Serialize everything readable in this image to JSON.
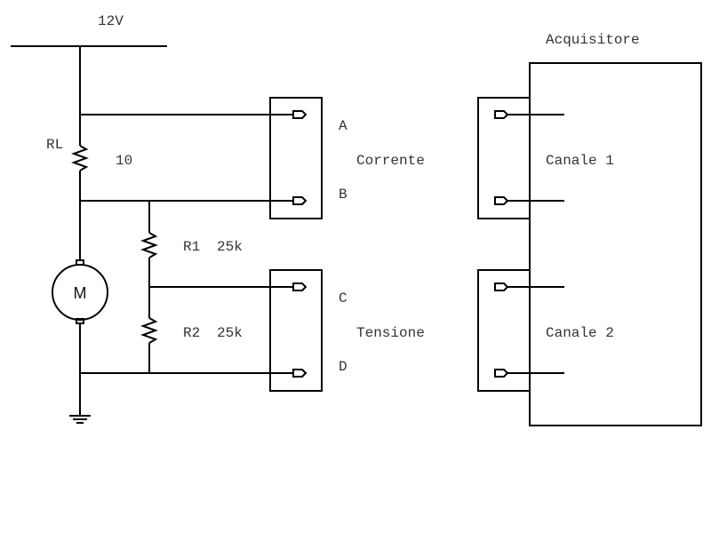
{
  "diagram": {
    "supply": {
      "label": "12V"
    },
    "load_resistor": {
      "name": "RL",
      "value": "10"
    },
    "motor": {
      "label": "M"
    },
    "divider": [
      {
        "name": "R1",
        "value": "25k"
      },
      {
        "name": "R2",
        "value": "25k"
      }
    ],
    "connectors": [
      {
        "group": "Corrente",
        "pins": [
          "A",
          "B"
        ]
      },
      {
        "group": "Tensione",
        "pins": [
          "C",
          "D"
        ]
      }
    ],
    "acquisitor": {
      "title": "Acquisitore",
      "channels": [
        "Canale 1",
        "Canale 2"
      ]
    },
    "colors": {
      "line": "#000000",
      "text": "#333333",
      "background": "#ffffff"
    }
  }
}
